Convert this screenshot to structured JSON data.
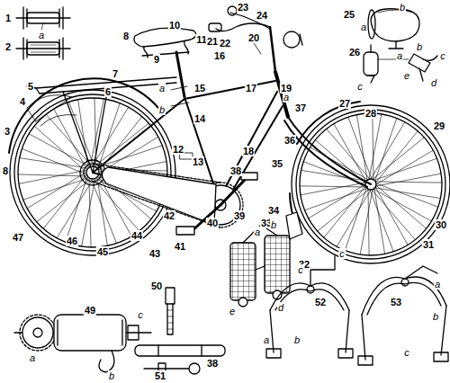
{
  "diagram": {
    "labels": [
      "1",
      "2",
      "a",
      "3",
      "4",
      "5",
      "6",
      "7",
      "8",
      "9",
      "10",
      "11",
      "a",
      "b",
      "12",
      "13",
      "14",
      "15",
      "16",
      "17",
      "18",
      "19",
      "20",
      "21",
      "22",
      "23",
      "24",
      "25",
      "a",
      "b",
      "a",
      "b",
      "c",
      "d",
      "e",
      "26",
      "c",
      "27",
      "28",
      "29",
      "a",
      "37",
      "36",
      "35",
      "34",
      "33",
      "32",
      "31",
      "30",
      "38",
      "39",
      "40",
      "41",
      "42",
      "43",
      "44",
      "45",
      "46",
      "47",
      "8",
      "a",
      "b",
      "c",
      "d",
      "e",
      "49",
      "a",
      "b",
      "c",
      "50",
      "38",
      "51",
      "52",
      "a",
      "b",
      "c",
      "53",
      "a",
      "b",
      "c"
    ]
  }
}
